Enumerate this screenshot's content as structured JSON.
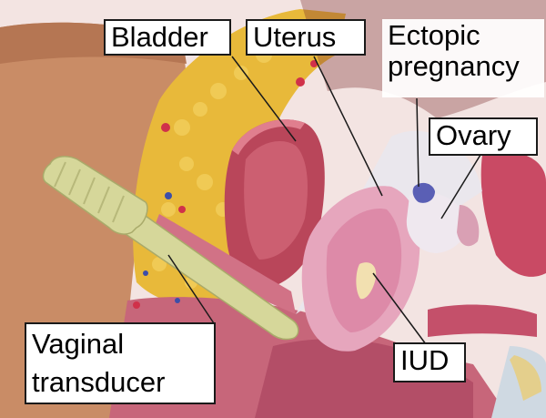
{
  "labels": {
    "bladder": "Bladder",
    "uterus": "Uterus",
    "ectopic_line1": "Ectopic",
    "ectopic_line2": "pregnancy",
    "ovary": "Ovary",
    "transducer_line1": "Vaginal",
    "transducer_line2": "transducer",
    "iud": "IUD"
  },
  "colors": {
    "skin": "#c98c66",
    "fat": "#e8b93a",
    "bladder": "#b9465a",
    "uterus": "#e6a6bd",
    "transducer": "#d6d79a",
    "ultrasound_beam": "#e8e8ee",
    "ectopic": "#5a5fb5"
  }
}
